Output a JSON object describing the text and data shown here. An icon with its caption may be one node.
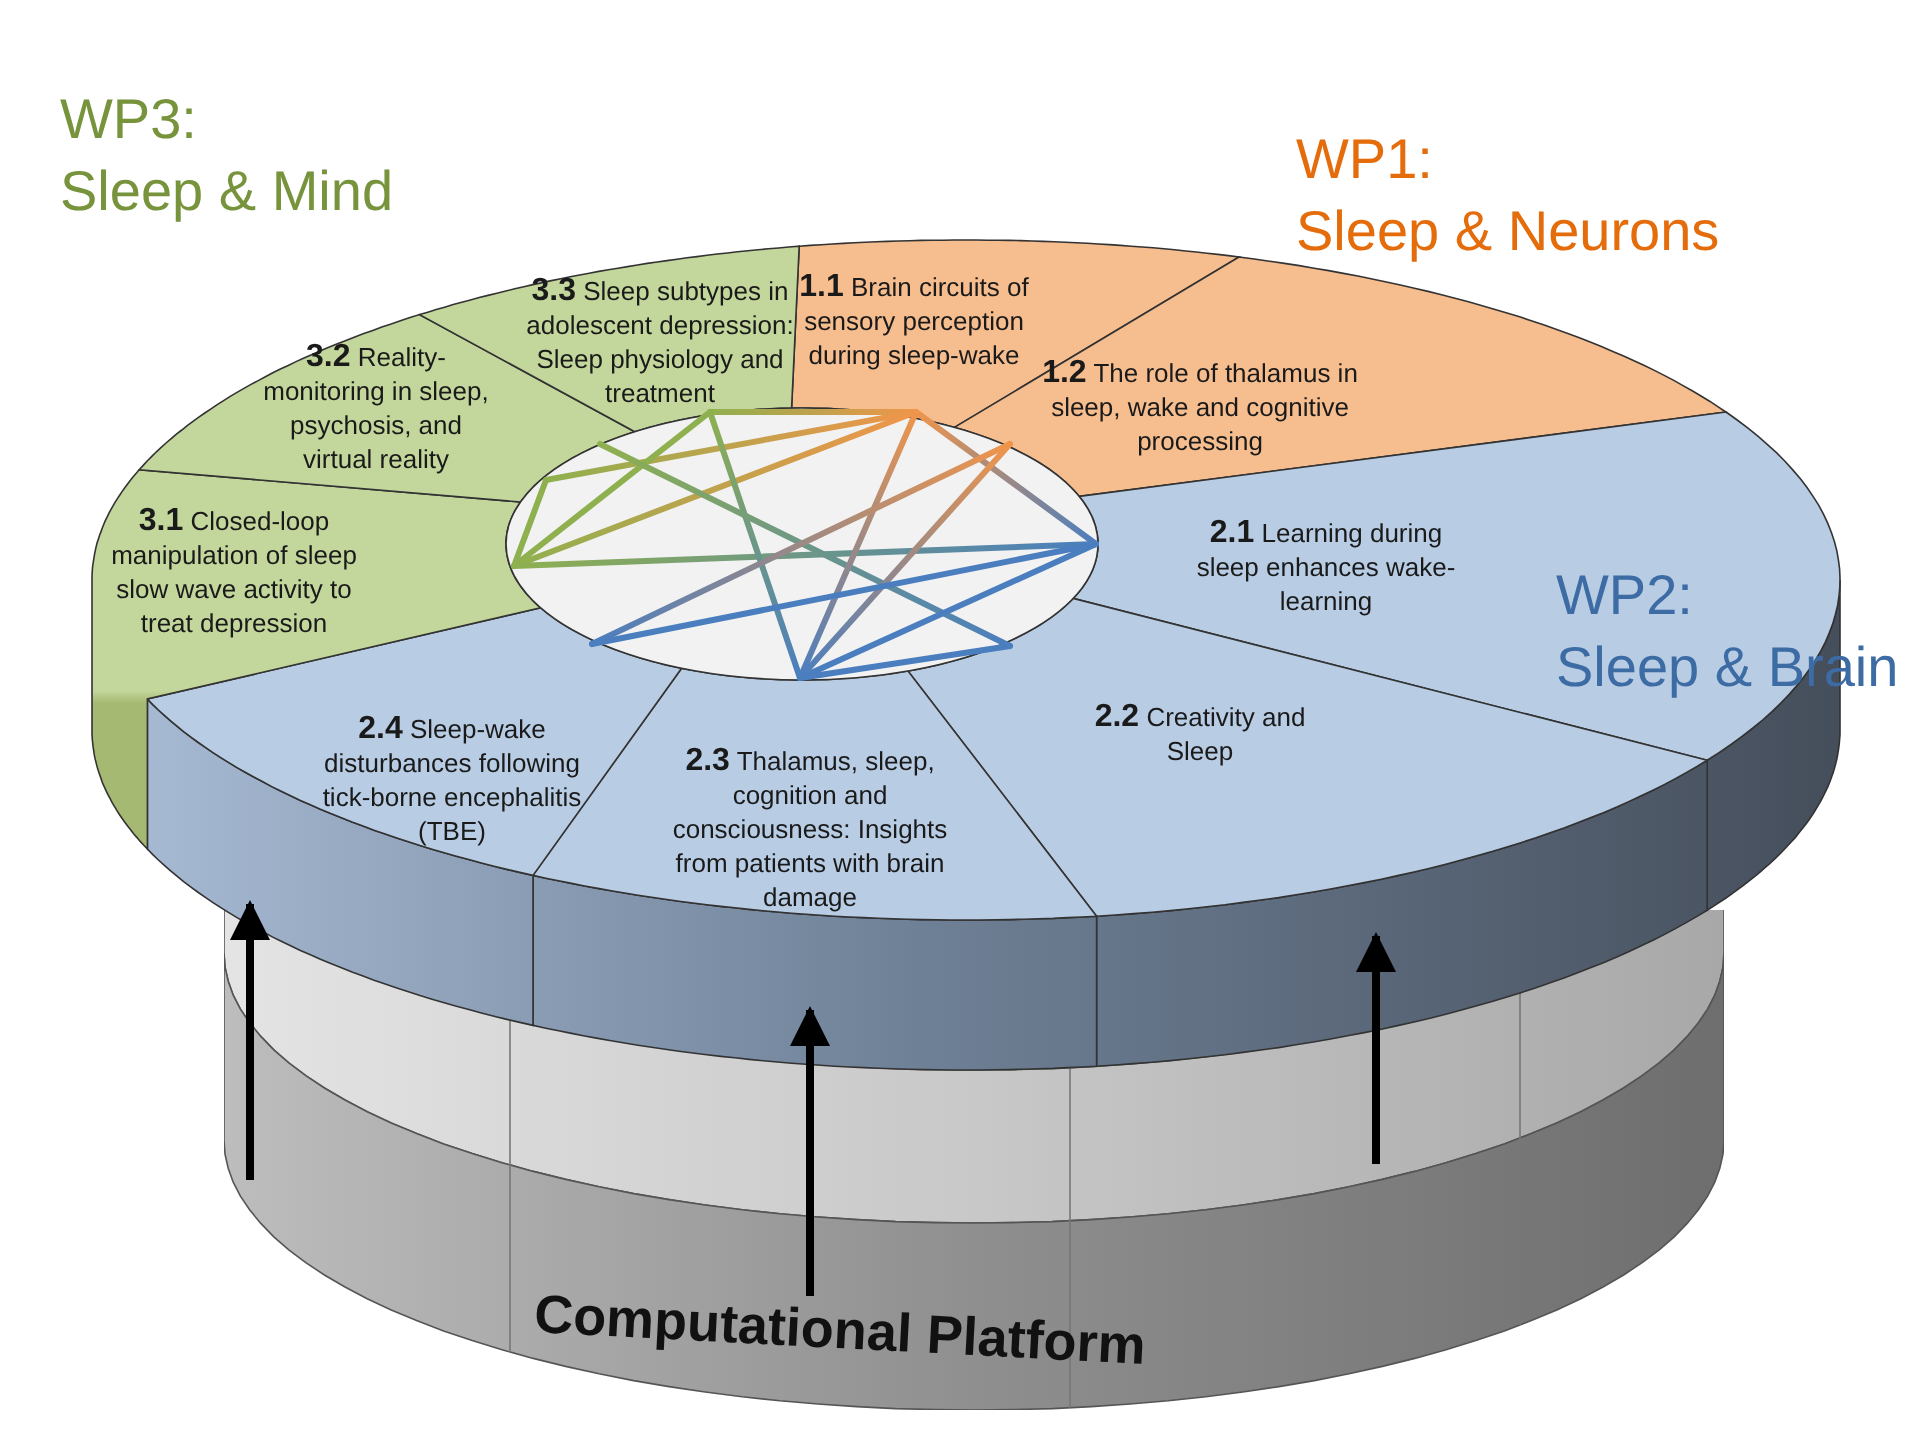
{
  "diagram": {
    "nodes": [
      {
        "text": [
          "**1.1** Brain circuits of sensory perception during sleep-wake"
        ]
      },
      {
        "text": [
          "**1.2** The role of thalamus in sleep, wake and cognitive processing"
        ]
      },
      {
        "text": [
          "**2.1** Learning during sleep enhances wake-learning"
        ]
      },
      {
        "text": [
          "**2.2** Creativity and Sleep"
        ]
      },
      {
        "text": [
          "**2.3** Thalamus, sleep, cognition and consciousness: Insights from patients with brain damage"
        ]
      },
      {
        "text": [
          "**2.4** Sleep-wake disturbances following tick-borne encephalitis (TBE)"
        ]
      },
      {
        "text": [
          "**3.1** Closed-loop manipulation of sleep slow wave activity to treat depression"
        ]
      },
      {
        "text": [
          "**3.2** Reality-monitoring in sleep, psychosis, and virtual reality"
        ]
      },
      {
        "text": [
          "**3.3** Sleep subtypes in adolescent depression: Sleep physiology and treatment"
        ]
      },
      {
        "text": [
          "Computational Platform"
        ]
      }
    ],
    "edges": [
      {
        "from": 9,
        "to": 5,
        "arrow": "to"
      },
      {
        "from": 9,
        "to": 4,
        "arrow": "to"
      },
      {
        "from": 9,
        "to": 3,
        "arrow": "to"
      }
    ],
    "labels": [
      "WP3: Sleep & Mind",
      "WP1: Sleep & Neurons",
      "WP2: Sleep & Brain"
    ]
  }
}
